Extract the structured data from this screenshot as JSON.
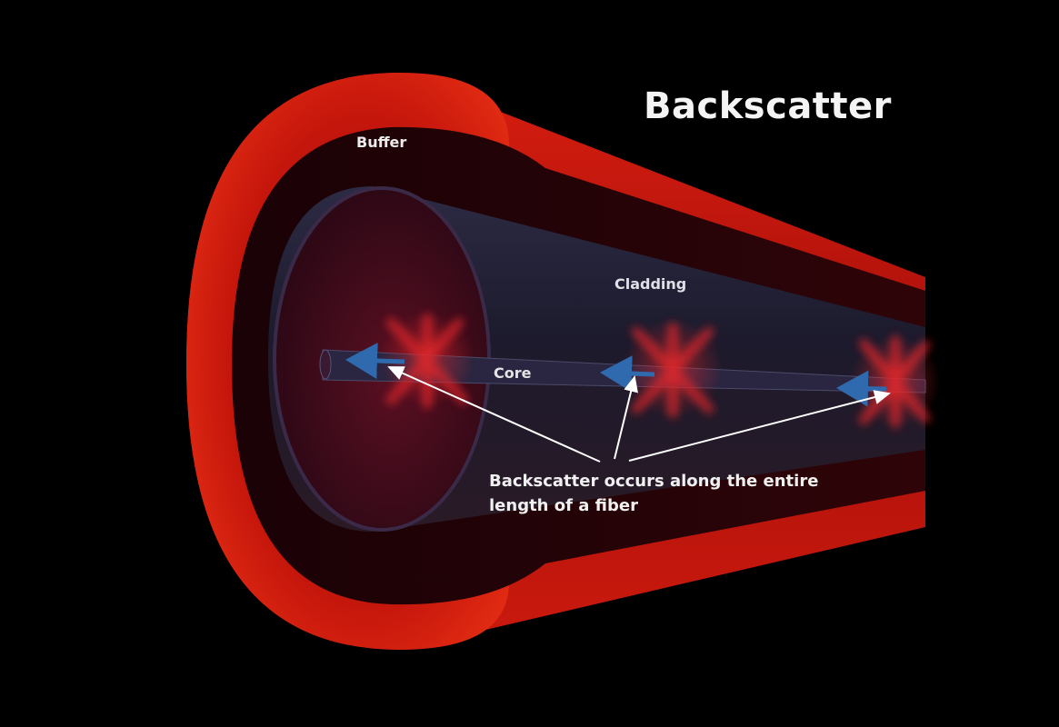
{
  "title": "Backscatter",
  "labels": {
    "buffer": "Buffer",
    "cladding": "Cladding",
    "core": "Core"
  },
  "caption": {
    "line1": "Backscatter occurs along the entire",
    "line2": "length of a fiber"
  },
  "colors": {
    "background": "#000000",
    "buffer": "#c4140c",
    "cladding": "#24243a",
    "core_arrow": "#2a5d9a",
    "scatter": "#e0262a",
    "pointer": "#ffffff"
  },
  "scatter_points": 3
}
